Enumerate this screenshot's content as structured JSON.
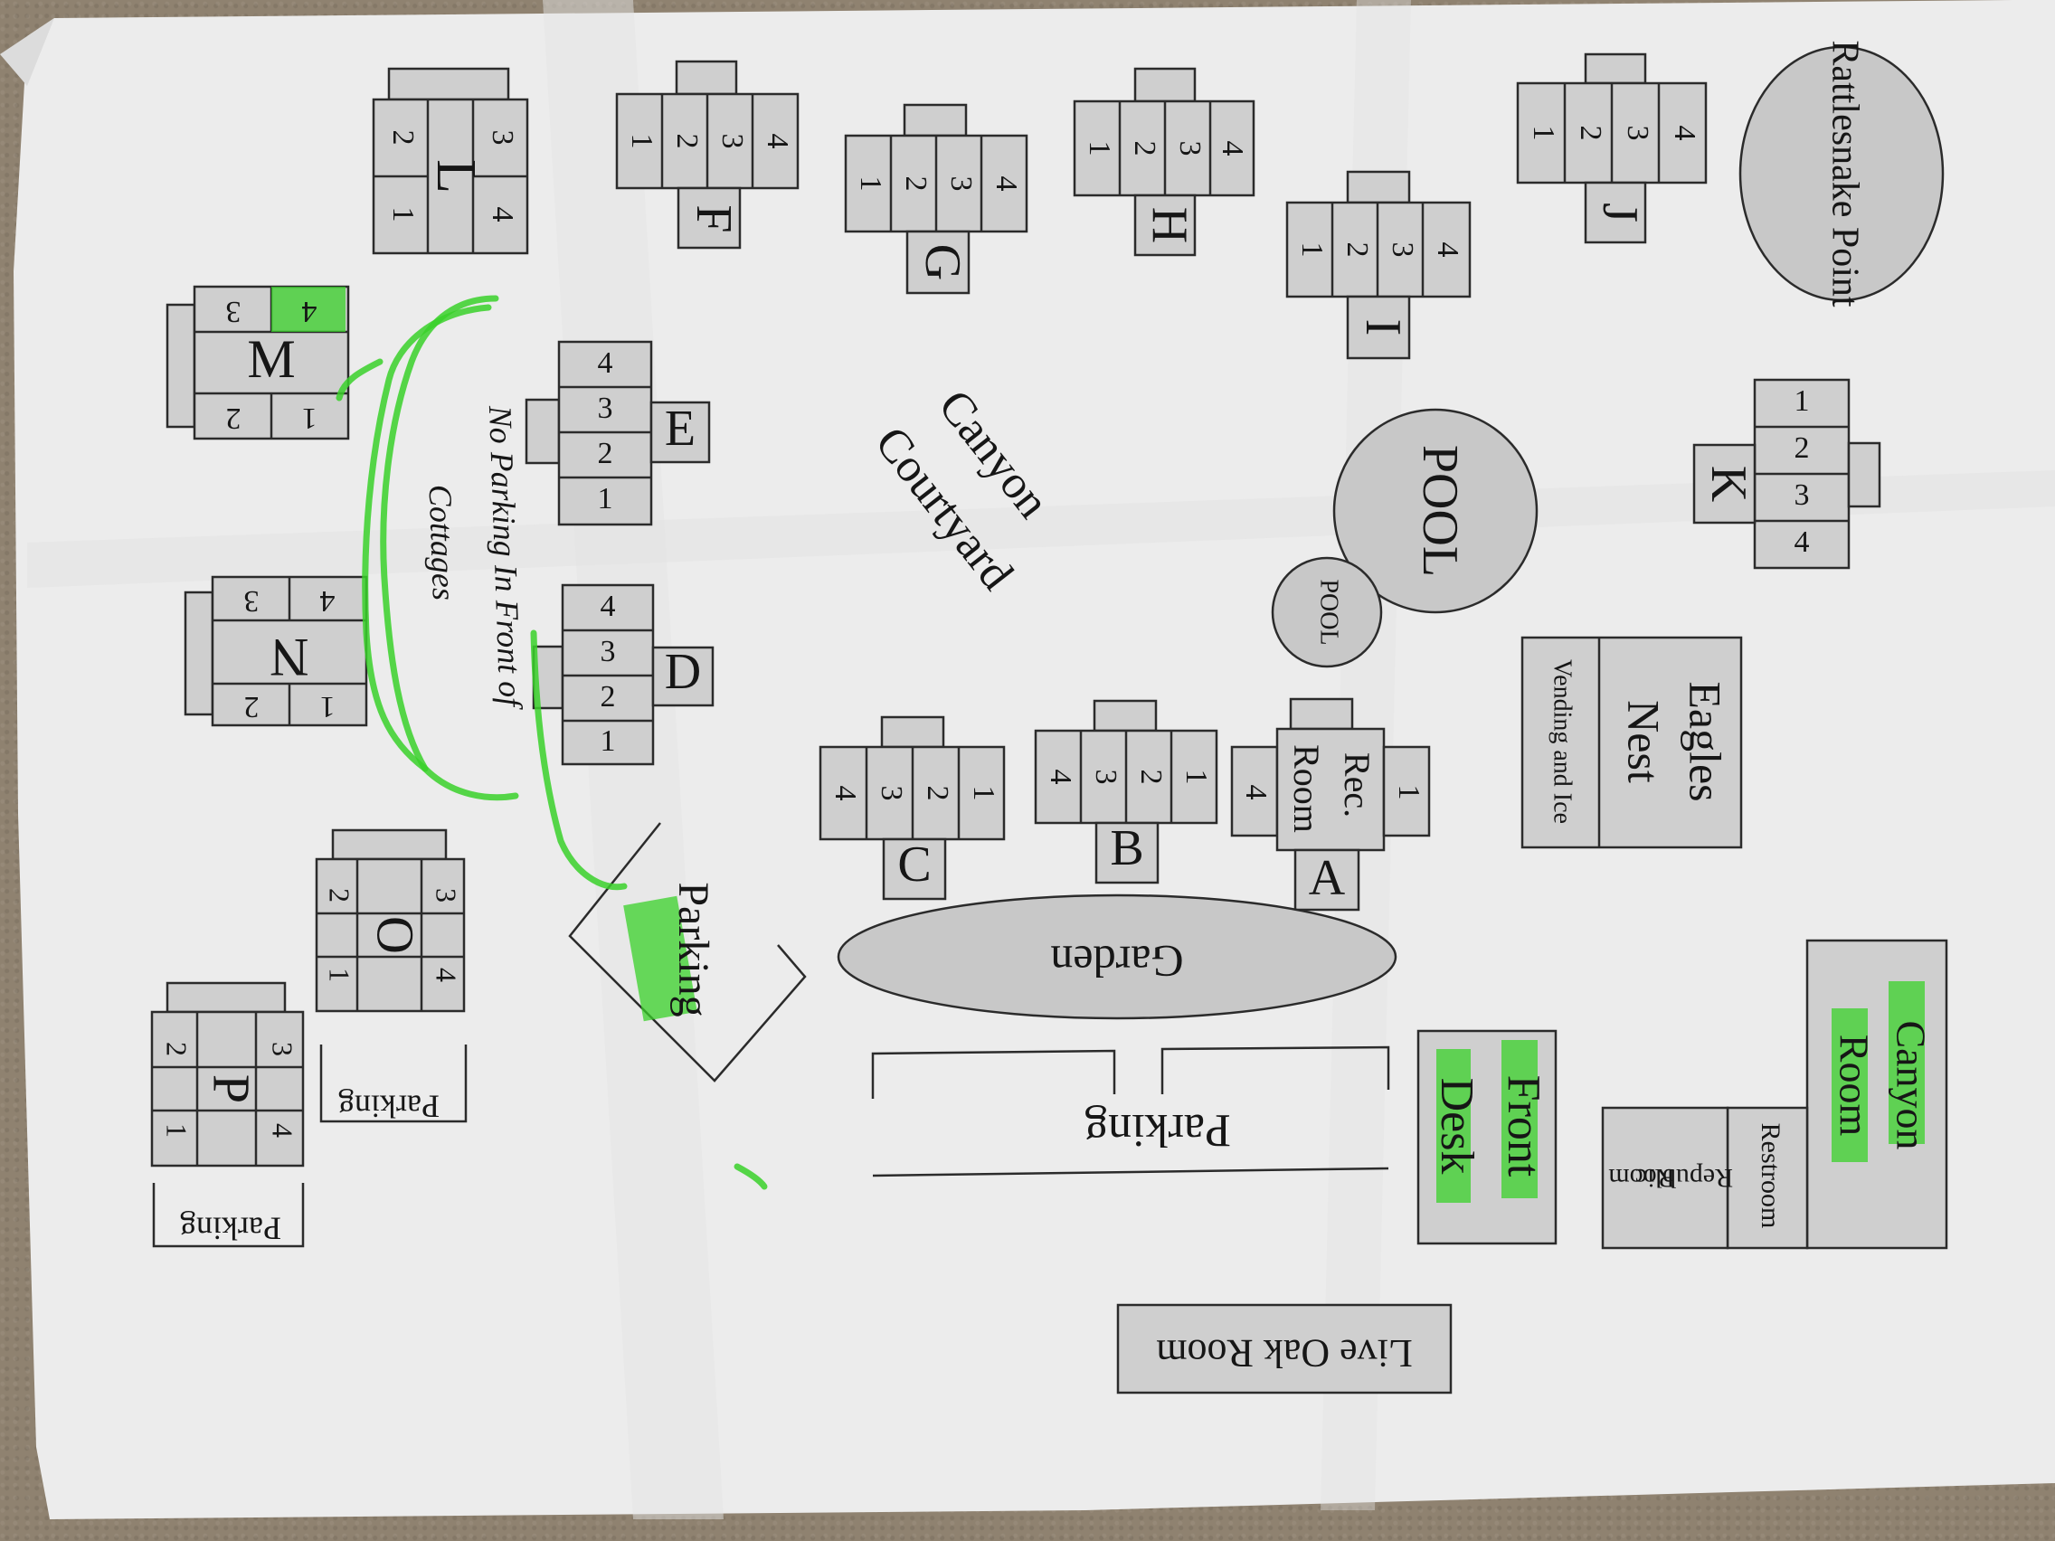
{
  "places": {
    "rattlesnake_point": "Rattlesnake Point",
    "pool_large": "POOL",
    "pool_small": "POOL",
    "canyon_courtyard_1": "Canyon",
    "canyon_courtyard_2": "Courtyard",
    "eagles_nest_1": "Eagles",
    "eagles_nest_2": "Nest",
    "vending": "Vending and Ice",
    "rec_room_1": "Rec.",
    "rec_room_2": "Room",
    "garden": "Garden",
    "parking": "Parking",
    "front_desk_1": "Front",
    "front_desk_2": "Desk",
    "canyon_room_1": "Canyon",
    "canyon_room_2": "Room",
    "restroom": "Restroom",
    "republic_room_1": "Republic",
    "republic_room_2": "Room",
    "live_oak_room": "Live Oak Room",
    "no_parking_1": "No Parking In Front of",
    "no_parking_2": "Cottages"
  },
  "cottages": {
    "L": "L",
    "F": "F",
    "G": "G",
    "H": "H",
    "I": "I",
    "J": "J",
    "K": "K",
    "M": "M",
    "E": "E",
    "N": "N",
    "D": "D",
    "O": "O",
    "P": "P",
    "C": "C",
    "B": "B",
    "A": "A"
  },
  "units": [
    "1",
    "2",
    "3",
    "4"
  ],
  "highlight_color": "#39d12a"
}
